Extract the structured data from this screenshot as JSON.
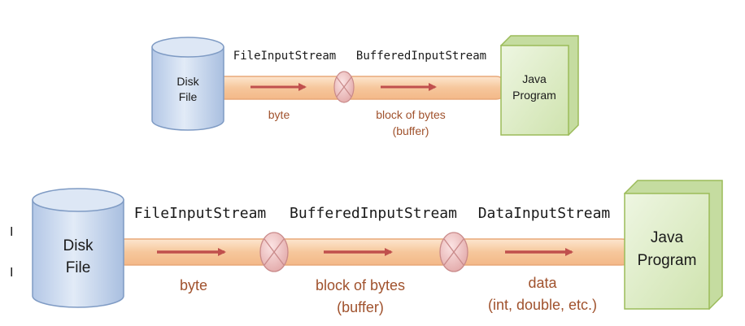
{
  "top": {
    "source": {
      "line1": "Disk",
      "line2": "File"
    },
    "stream1": "FileInputStream",
    "stream2": "BufferedInputStream",
    "flow1": "byte",
    "flow2_line1": "block of bytes",
    "flow2_line2": "(buffer)",
    "target": {
      "line1": "Java",
      "line2": "Program"
    }
  },
  "bottom": {
    "source": {
      "line1": "Disk",
      "line2": "File"
    },
    "stream1": "FileInputStream",
    "stream2": "BufferedInputStream",
    "stream3": "DataInputStream",
    "flow1": "byte",
    "flow2_line1": "block of bytes",
    "flow2_line2": "(buffer)",
    "flow3_line1": "data",
    "flow3_line2": "(int, double, etc.)",
    "target": {
      "line1": "Java",
      "line2": "Program"
    }
  },
  "margin_marks": [
    "I",
    "I"
  ],
  "colors": {
    "pipe_fill": "#f8cfa8",
    "pipe_stroke": "#e8a878",
    "arrow": "#c0504d",
    "label": "#a0522d",
    "cylinder_fill": "#c9d7ec",
    "cylinder_stroke": "#7f9bc4",
    "box_fill": "#d7e8bc",
    "box_stroke": "#9bbb59"
  }
}
